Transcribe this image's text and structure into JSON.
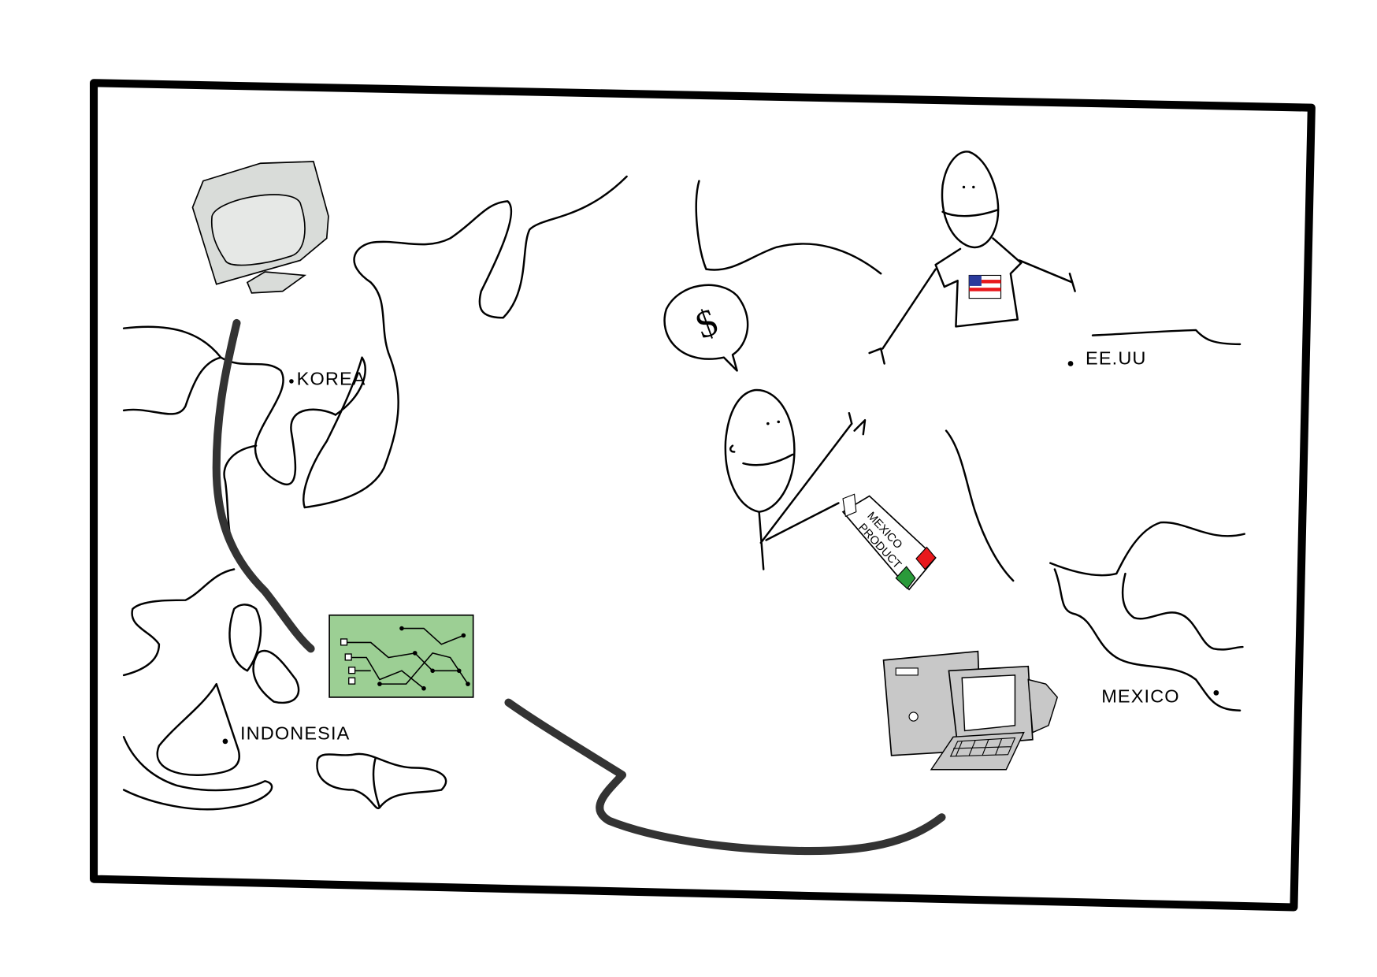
{
  "labels": {
    "korea": "KOREA",
    "indonesia": "INDONESIA",
    "usa": "EE.UU",
    "mexico": "MEXICO",
    "product_tag_line1": "MEXICO",
    "product_tag_line2": "PRODUCT"
  },
  "icons": [
    "crt-monitor-icon",
    "circuit-board-icon",
    "desktop-computer-icon",
    "dollar-speech-bubble-icon",
    "us-flag-icon",
    "mexico-flag-icon"
  ],
  "colors": {
    "frame": "#000000",
    "route": "#333333",
    "computer_gray": "#c8c8c8",
    "monitor_gray": "#d9dcd9",
    "circuit_green": "#9ccf94",
    "flag_red": "#e8181c",
    "flag_green": "#2a9a3a",
    "flag_blue": "#2a3a9c"
  }
}
